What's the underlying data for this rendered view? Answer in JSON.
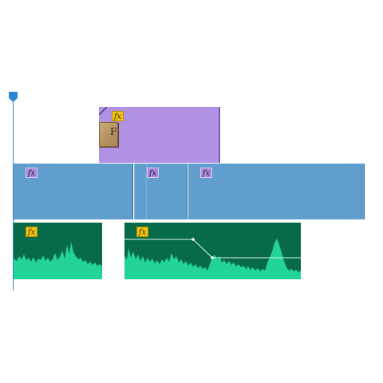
{
  "timeline": {
    "title_clip": {
      "thumbnail_label": "F",
      "fx_label": "fx"
    },
    "video_track": [
      {
        "fx_label": "fx"
      },
      {
        "fx_label": "fx"
      },
      {
        "fx_label": "fx"
      }
    ],
    "audio_track": [
      {
        "fx_label": "fx"
      },
      {
        "fx_label": "fx"
      }
    ]
  },
  "colors": {
    "playhead": "#2d86d8",
    "title_clip": "#b091e3",
    "video_clip": "#5f9ecd",
    "audio_clip": "#076b4a",
    "waveform": "#22d496",
    "fx_badge_audio_title": "#f4c414",
    "fx_badge_video": "#a98bd9"
  },
  "icons": {
    "playhead_handle": "playhead-marker-icon",
    "effects_badge": "fx-icon"
  }
}
